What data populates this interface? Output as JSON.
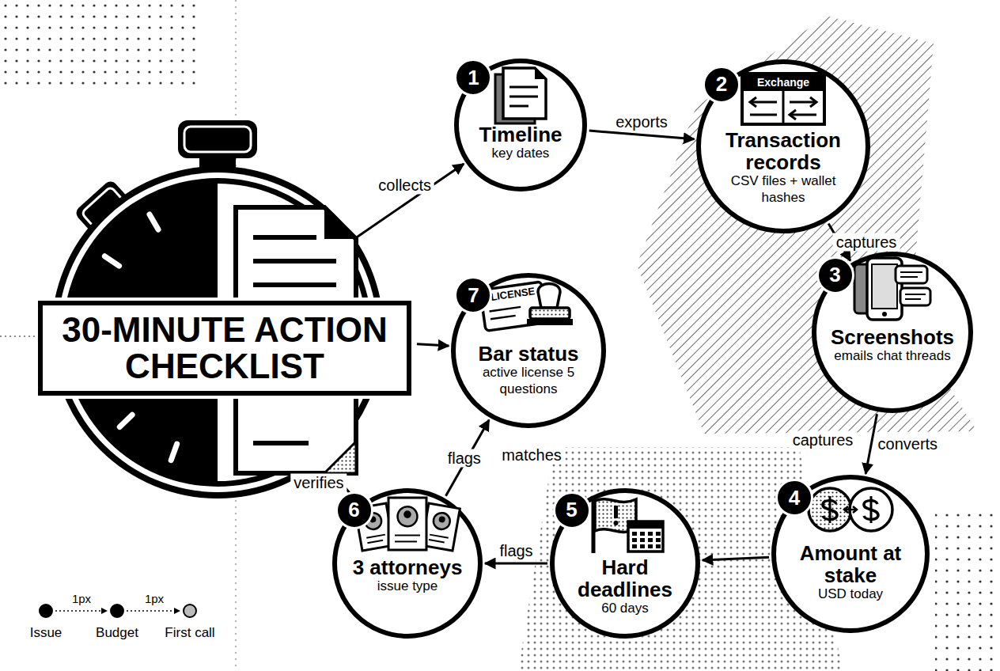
{
  "diagram": {
    "nodes": [
      {
        "text": [
          "30-MINUTE ACTION CHECKLIST"
        ]
      },
      {
        "text": [
          "1",
          "Timeline",
          "key dates"
        ]
      },
      {
        "text": [
          "2",
          "Exchange",
          "Transaction records",
          "CSV files + wallet hashes"
        ]
      },
      {
        "text": [
          "3",
          "Screenshots",
          "emails chat threads"
        ]
      },
      {
        "text": [
          "4",
          "Amount at stake",
          "USD today"
        ]
      },
      {
        "text": [
          "5",
          "Hard deadlines",
          "60 days"
        ]
      },
      {
        "text": [
          "6",
          "3 attorneys",
          "issue type"
        ]
      },
      {
        "text": [
          "7",
          "LICENSE",
          "Bar status",
          "active license 5 questions"
        ]
      }
    ],
    "edges": [
      {
        "from": 0,
        "to": 1,
        "label": "collects",
        "arrow": "to"
      },
      {
        "from": 1,
        "to": 2,
        "label": "exports",
        "arrow": "to"
      },
      {
        "from": 2,
        "to": 3,
        "label": "captures",
        "arrow": "to"
      },
      {
        "from": 3,
        "to": 4,
        "label": "converts",
        "arrow": "to"
      },
      {
        "from": 4,
        "to": 5,
        "arrow": "to"
      },
      {
        "from": 5,
        "to": 6,
        "label": "flags",
        "arrow": "to"
      },
      {
        "from": 6,
        "to": 0,
        "label": "verifies",
        "arrow": "to"
      },
      {
        "from": 6,
        "to": 7,
        "label": "flags",
        "arrow": "to"
      },
      {
        "from": 0,
        "to": 7,
        "arrow": "to"
      }
    ],
    "labels": [
      "captures",
      "matches",
      "1px",
      "1px"
    ],
    "legend": [
      {
        "text": "Issue"
      },
      {
        "text": "Budget"
      },
      {
        "text": "First call"
      }
    ]
  }
}
